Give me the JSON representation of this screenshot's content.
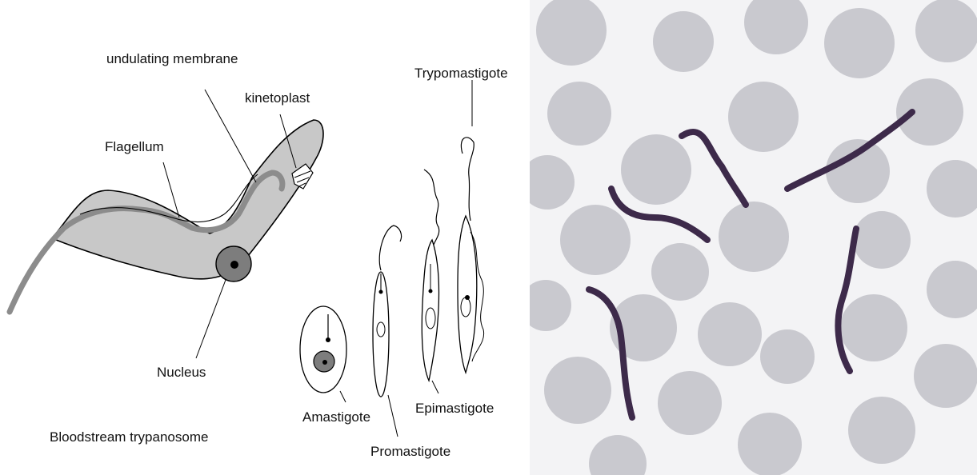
{
  "diagram": {
    "labels": {
      "undulating_membrane": "undulating membrane",
      "kinetoplast": "kinetoplast",
      "flagellum": "Flagellum",
      "nucleus": "Nucleus",
      "bloodstream": "Bloodstream trypanosome",
      "trypomastigote": "Trypomastigote",
      "amastigote": "Amastigote",
      "promastigote": "Promastigote",
      "epimastigote": "Epimastigote"
    },
    "colors": {
      "body_fill": "#c8c8c8",
      "flagellum_gray": "#8c8c8c",
      "nucleus_fill": "#7d7d7d",
      "line": "#000000"
    }
  },
  "micrograph": {
    "colors": {
      "background": "#f3f3f5",
      "red_cell": "#c9c9cf",
      "red_cell_center": "#d2d2d8",
      "parasite": "#3d2a4a"
    }
  }
}
